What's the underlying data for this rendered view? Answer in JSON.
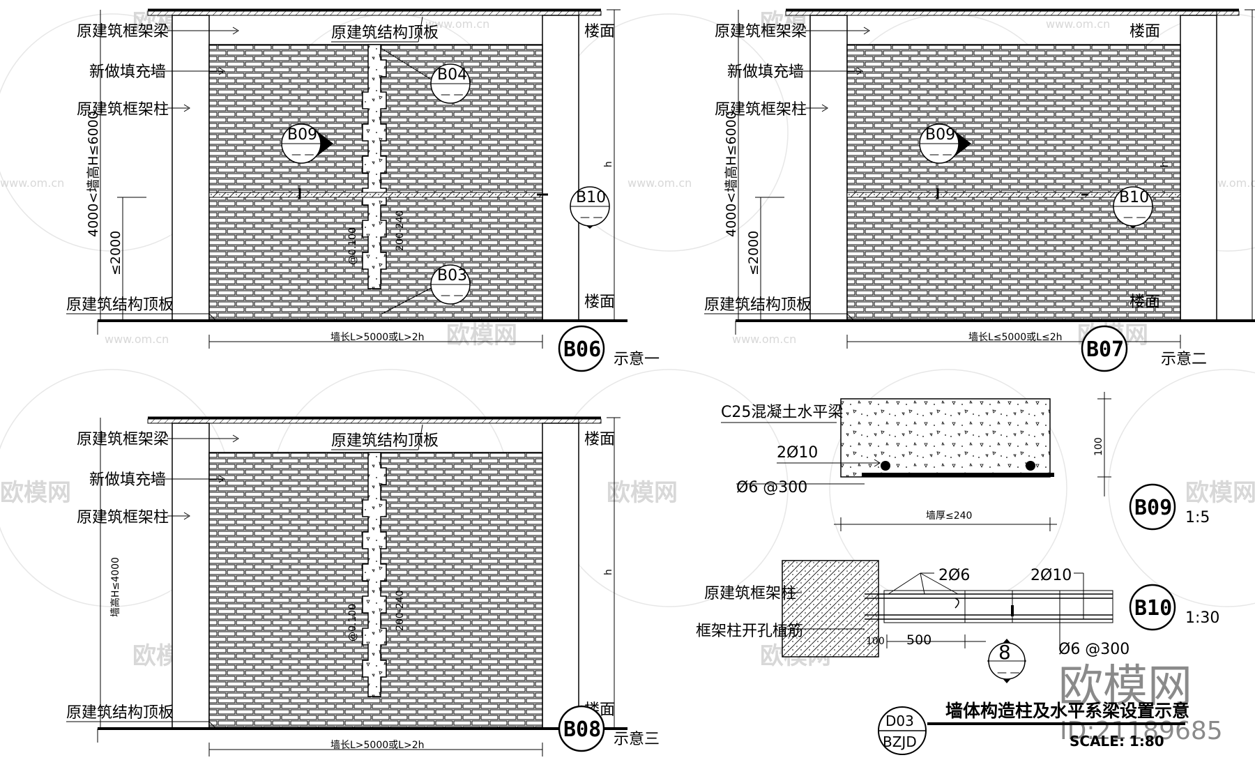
{
  "watermark": {
    "brand": "欧模网",
    "url": "www.om.cn"
  },
  "panels": [
    {
      "id": "B06",
      "caption": "示意一",
      "labels": {
        "beam": "原建筑框架梁",
        "fill_wall": "新做填充墙",
        "column": "原建筑框架柱",
        "slab_top": "原建筑结构顶板",
        "slab_bottom": "原建筑结构顶板",
        "floor_top": "楼面",
        "floor_bottom": "楼面"
      },
      "dims": {
        "height": "4000<墙高H≤6000",
        "lower": "≤2000",
        "length": "墙长L>5000或L>2h",
        "h": "h",
        "col_spacing": "@0.100",
        "col_width": "200-240"
      },
      "callouts": [
        {
          "code": "B04",
          "sub": "— —"
        },
        {
          "code": "B09",
          "sub": "— —"
        },
        {
          "code": "B10",
          "sub": "— —"
        },
        {
          "code": "B03",
          "sub": "— —"
        }
      ]
    },
    {
      "id": "B07",
      "caption": "示意二",
      "labels": {
        "beam": "原建筑框架梁",
        "fill_wall": "新做填充墙",
        "column": "原建筑框架柱",
        "slab_bottom": "原建筑结构顶板",
        "floor_top": "楼面",
        "floor_bottom": "楼面"
      },
      "dims": {
        "height": "4000<墙高H≤6000",
        "lower": "≤2000",
        "length": "墙长L≤5000或L≤2h",
        "h": "h"
      },
      "callouts": [
        {
          "code": "B09",
          "sub": "— —"
        },
        {
          "code": "B10",
          "sub": "— —"
        }
      ]
    },
    {
      "id": "B08",
      "caption": "示意三",
      "labels": {
        "beam": "原建筑框架梁",
        "fill_wall": "新做填充墙",
        "column": "原建筑框架柱",
        "slab_top": "原建筑结构顶板",
        "slab_bottom": "原建筑结构顶板",
        "floor_top": "楼面",
        "floor_bottom": "楼面"
      },
      "dims": {
        "height": "墙高H≤4000",
        "length": "墙长L>5000或L>2h",
        "h": "h",
        "col_spacing": "@0.100",
        "col_width": "200-240"
      }
    }
  ],
  "b09": {
    "code": "B09",
    "scale": "1:5",
    "beam": "C25混凝土水平梁",
    "bars": "2Ø10",
    "stirrup": "Ø6  @300",
    "height": "100",
    "width": "墙厚≤240"
  },
  "b10": {
    "code": "B10",
    "scale": "1:30",
    "column": "原建筑框架柱",
    "anchor": "框架柱开孔植筋",
    "bars_a": "2Ø6",
    "bars_b": "2Ø10",
    "length": "500",
    "stirrup": "Ø6 @300",
    "small_dim": "100"
  },
  "section_marker": {
    "number": "8",
    "sub": "— —"
  },
  "title_block": {
    "title": "墙体构造柱及水平系梁设置示意",
    "sheet": "D03",
    "series": "BZJD",
    "scale": "SCALE: 1:80",
    "brand": "欧模网",
    "id": "ID:21189685"
  }
}
